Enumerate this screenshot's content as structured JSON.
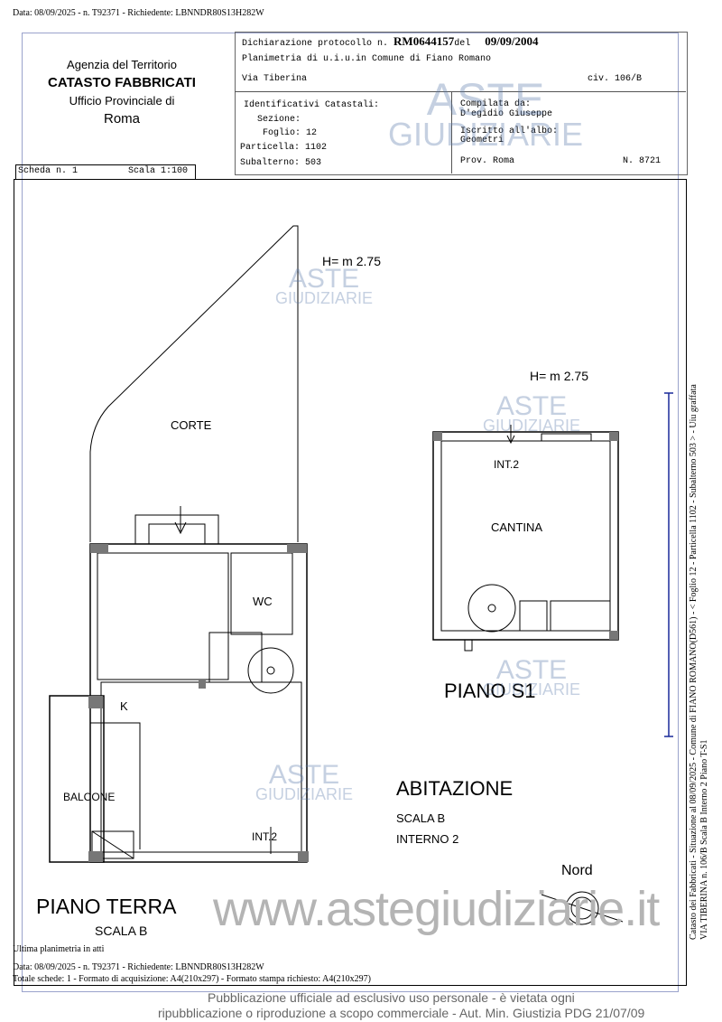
{
  "top_header": "Data: 08/09/2025 - n. T92371 - Richiedente: LBNNDR80S13H282W",
  "agency": {
    "line1": "Agenzia del Territorio",
    "line2": "CATASTO FABBRICATI",
    "line3": "Ufficio Provinciale di",
    "line4": "Roma"
  },
  "declaration": {
    "label": "Dichiarazione protocollo n.",
    "number": "RM0644157",
    "del_label": "del",
    "date": "09/09/2004",
    "planimetria": "Planimetria di u.i.u.in Comune di Fiano Romano",
    "street": "Via Tiberina",
    "civic": "civ. 106/B"
  },
  "identifiers": {
    "title": "Identificativi Catastali:",
    "sezione": "Sezione:",
    "foglio": "Foglio: 12",
    "particella": "Particella: 1102",
    "subalterno": "Subalterno: 503"
  },
  "compiler": {
    "label": "Compilata da:",
    "name": "D'egidio Giuseppe",
    "albo_label": "Iscritto all'albo:",
    "albo": "Geometri",
    "prov": "Prov. Roma",
    "number": "N.  8721"
  },
  "scheda": {
    "number": "Scheda n. 1",
    "scale": "Scala 1:100"
  },
  "plan": {
    "height_terra": "H= m 2.75",
    "height_s1": "H= m 2.75",
    "corte": "CORTE",
    "wc": "WC",
    "k": "K",
    "balcone": "BALCONE",
    "int_terra": "INT.2",
    "int_s1": "INT.2",
    "cantina": "CANTINA",
    "piano_s1": "PIANO S1",
    "abitazione": "ABITAZIONE",
    "scala": "SCALA B",
    "interno": "INTERNO 2",
    "nord": "Nord",
    "piano_terra": "PIANO TERRA",
    "scala_terra": "SCALA B"
  },
  "side_text": {
    "line1": "Catasto dei Fabbricati - Situazione al 08/09/2025 - Comune di FIANO ROMANO(D561) - < Foglio 12 - Particella 1102 - Subalterno 503 > - Uiu graffata",
    "line2": "VIA TIBERINA n. 106/B  Scala B Interno 2 Piano T-S1"
  },
  "footer": {
    "note": "Ultima planimetria in atti",
    "line1": "Data: 08/09/2025 - n. T92371 - Richiedente: LBNNDR80S13H282W",
    "line2": "Totale schede: 1 - Formato di acquisizione: A4(210x297)  - Formato stampa richiesto: A4(210x297)"
  },
  "watermark": {
    "logo_top": "ASTE",
    "logo_bottom": "GIUDIZIARIE",
    "url": "www.astegiudiziarie.it",
    "notice1": "Pubblicazione ufficiale ad esclusivo uso personale - è vietata ogni",
    "notice2": "ripubblicazione o riproduzione a scopo commerciale - Aut. Min. Giustizia PDG 21/07/09"
  }
}
